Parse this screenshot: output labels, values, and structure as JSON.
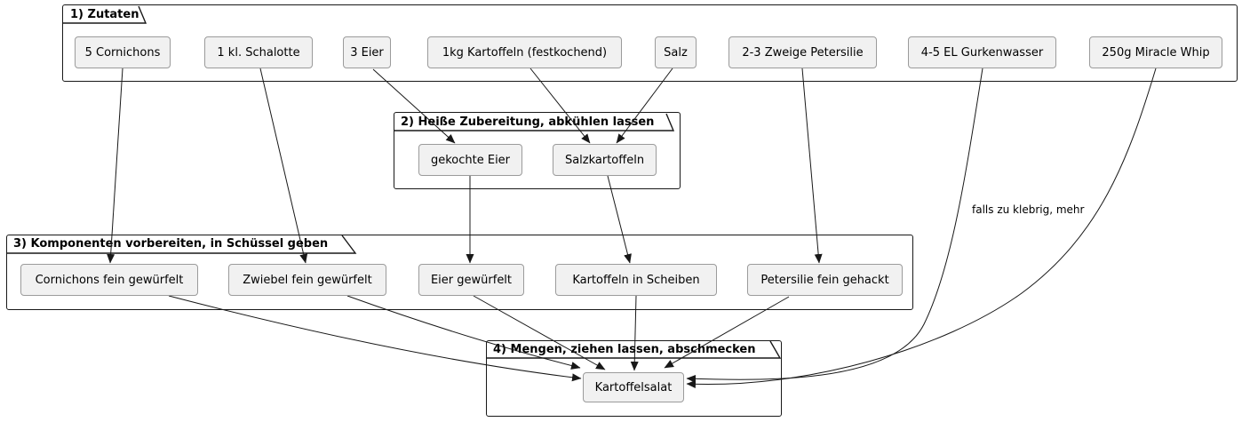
{
  "diagram": {
    "type": "flowchart",
    "frames": [
      {
        "title": "1) Zutaten",
        "nodes": [
          "5 Cornichons",
          "1 kl. Schalotte",
          "3 Eier",
          "1kg Kartoffeln (festkochend)",
          "Salz",
          "2-3 Zweige Petersilie",
          "4-5 EL Gurkenwasser",
          "250g Miracle Whip"
        ]
      },
      {
        "title": "2) Heiße Zubereitung, abkühlen lassen",
        "nodes": [
          "gekochte Eier",
          "Salzkartoffeln"
        ]
      },
      {
        "title": "3) Komponenten vorbereiten, in Schüssel geben",
        "nodes": [
          "Cornichons fein gewürfelt",
          "Zwiebel fein gewürfelt",
          "Eier gewürfelt",
          "Kartoffeln in Scheiben",
          "Petersilie fein gehackt"
        ]
      },
      {
        "title": "4) Mengen, ziehen lassen, abschmecken",
        "nodes": [
          "Kartoffelsalat"
        ]
      }
    ],
    "edges": [
      {
        "from": "5 Cornichons",
        "to": "Cornichons fein gewürfelt"
      },
      {
        "from": "1 kl. Schalotte",
        "to": "Zwiebel fein gewürfelt"
      },
      {
        "from": "3 Eier",
        "to": "gekochte Eier"
      },
      {
        "from": "1kg Kartoffeln (festkochend)",
        "to": "Salzkartoffeln"
      },
      {
        "from": "Salz",
        "to": "Salzkartoffeln"
      },
      {
        "from": "2-3 Zweige Petersilie",
        "to": "Petersilie fein gehackt"
      },
      {
        "from": "gekochte Eier",
        "to": "Eier gewürfelt"
      },
      {
        "from": "Salzkartoffeln",
        "to": "Kartoffeln in Scheiben"
      },
      {
        "from": "Cornichons fein gewürfelt",
        "to": "Kartoffelsalat"
      },
      {
        "from": "Zwiebel fein gewürfelt",
        "to": "Kartoffelsalat"
      },
      {
        "from": "Eier gewürfelt",
        "to": "Kartoffelsalat"
      },
      {
        "from": "Kartoffeln in Scheiben",
        "to": "Kartoffelsalat"
      },
      {
        "from": "Petersilie fein gehackt",
        "to": "Kartoffelsalat"
      },
      {
        "from": "4-5 EL Gurkenwasser",
        "to": "Kartoffelsalat",
        "label": "falls zu klebrig, mehr"
      },
      {
        "from": "250g Miracle Whip",
        "to": "Kartoffelsalat"
      }
    ],
    "colors": {
      "background": "#ffffff",
      "frame_border": "#181818",
      "node_fill": "#f1f1f1",
      "node_border": "#9b9b9b",
      "arrow": "#181818",
      "text": "#000000"
    }
  }
}
